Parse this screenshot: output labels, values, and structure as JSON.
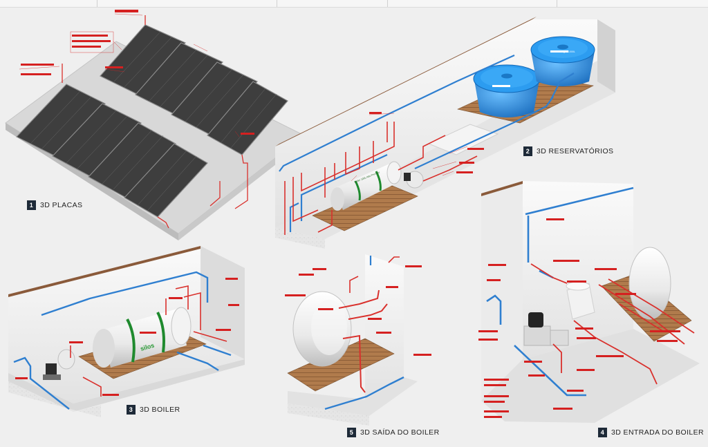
{
  "panels": [
    {
      "num": "1",
      "title": "3D PLACAS"
    },
    {
      "num": "2",
      "title": "3D RESERVATÓRIOS"
    },
    {
      "num": "3",
      "title": "3D BOILER"
    },
    {
      "num": "4",
      "title": "3D ENTRADA DO BOILER"
    },
    {
      "num": "5",
      "title": "3D SAÍDA DO BOILER"
    }
  ],
  "labels": {
    "boiler_tag": "Boiler 100L Alta Pressão",
    "brand": "silos",
    "tank_tag": "Caixa d'água 1000L"
  },
  "colors": {
    "red_pipe": "#d9302c",
    "blue_pipe": "#2f7fd0",
    "tank_blue": "#1f8ee0",
    "panel_dark": "#3e3e3e",
    "wood": "#b07b4c",
    "label_bg": "#1e2a38"
  }
}
